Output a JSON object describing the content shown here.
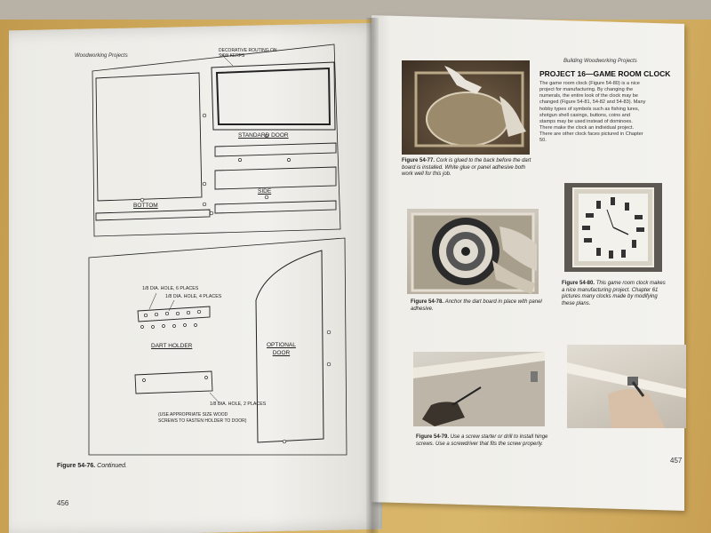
{
  "left_page": {
    "running_head": "Woodworking Projects",
    "page_number": "456",
    "drawing_labels": {
      "decorative_routing": "DECORATIVE ROUTING ON",
      "decorative_routing_2": "SAW KERFS",
      "standard_door": "STANDARD DOOR",
      "side": "SIDE",
      "bottom": "BOTTOM",
      "hole_6": "DIA. HOLE, 6 PLACES",
      "hole_4": "DIA. HOLE, 4 PLACES",
      "dart_holder": "DART HOLDER",
      "hole_2": "DIA. HOLE, 2 PLACES",
      "note_line1": "(USE APPROPRIATE SIZE WOOD",
      "note_line2": "SCREWS TO FASTEN HOLDER TO DOOR)",
      "optional_door_1": "OPTIONAL",
      "optional_door_2": "DOOR",
      "fraction": "1/8"
    },
    "caption_label": "Figure 54-76.",
    "caption_text": "Continued."
  },
  "right_page": {
    "running_head": "Building Woodworking Projects",
    "page_number": "457",
    "project_title": "PROJECT 16—GAME ROOM CLOCK",
    "project_body": "The game room clock (Figure 54-80) is a nice project for manufacturing. By changing the numerals, the entire look of the clock may be changed (Figure 54-81, 54-82 and 54-83). Many hobby types of symbols such as fishing lures, shotgun shell casings, buttons, coins and stamps may be used instead of dominoes. There make the clock an individual project. There are other clock faces pictured in Chapter 50.",
    "figures": [
      {
        "label": "Figure 54-77.",
        "text": "Cork is glued to the back before the dart board is installed. White glue or panel adhesive both work well for this job."
      },
      {
        "label": "Figure 54-78.",
        "text": "Anchor the dart board in place with panel adhesive."
      },
      {
        "label": "Figure 54-79.",
        "text": "Use a screw starter or drill to install hinge screws. Use a screwdriver that fits the screw properly."
      },
      {
        "label": "Figure 54-80.",
        "text": "This game room clock makes a nice manufacturing project. Chapter 61 pictures many clocks made by modifying these plans."
      }
    ]
  }
}
